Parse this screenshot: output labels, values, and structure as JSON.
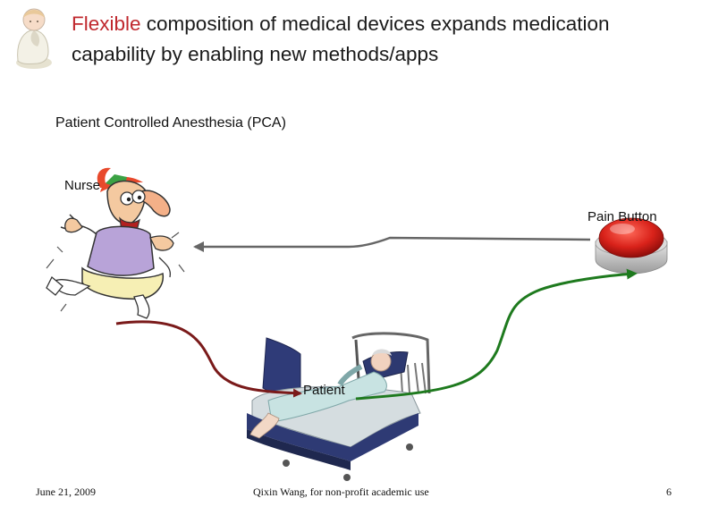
{
  "slide": {
    "title_accent": "Flexible",
    "title_rest": " composition of medical devices expands medication capability by enabling new methods/apps",
    "subtitle": "Patient Controlled Anesthesia (PCA)"
  },
  "diagram": {
    "nurse_label": "Nurse",
    "pain_button_label": "Pain Button",
    "patient_label": "Patient",
    "colors": {
      "nurse_arrow": "#7a1a1a",
      "patient_arrow": "#1e7a1e",
      "button_arrow": "#666666",
      "title_accent": "#c0282e"
    }
  },
  "footer": {
    "date": "June 21, 2009",
    "credit": "Qixin Wang, for non-profit academic use",
    "page": "6"
  }
}
